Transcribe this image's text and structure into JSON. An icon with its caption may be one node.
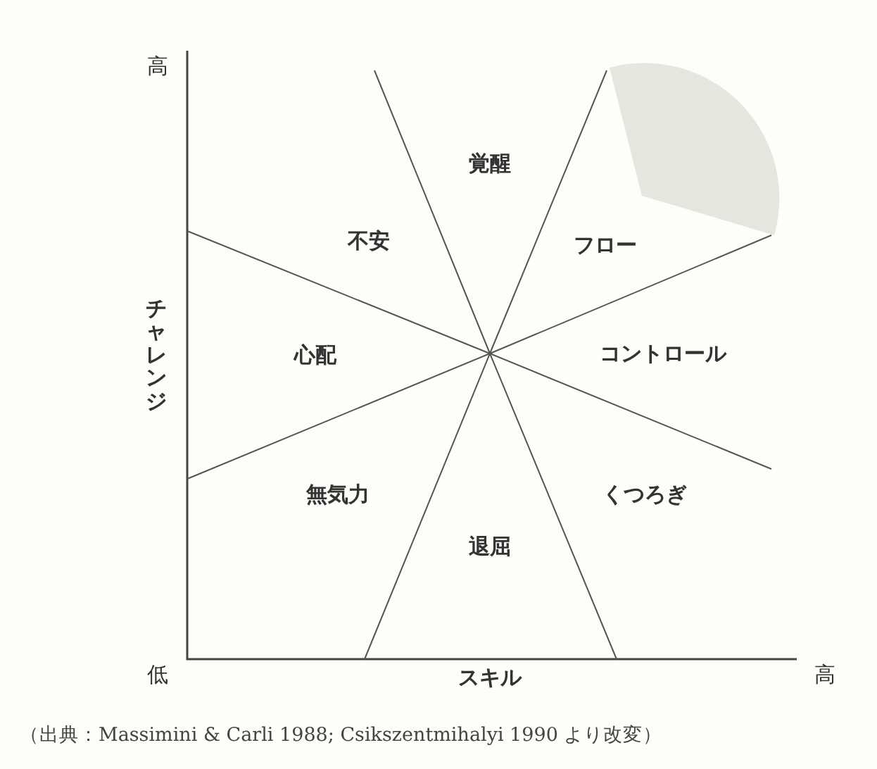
{
  "diagram": {
    "nodes": [
      {
        "text": [],
        "shape": "sector"
      }
    ],
    "caption": "（出典：Massimini & Carli 1988; Csikszentmihalyi 1990 より改変）",
    "labels": [
      "高",
      "覚醒",
      "不安",
      "フロー",
      "チャレンジ",
      "心配",
      "コントロール",
      "無気力",
      "くつろぎ",
      "退屈",
      "低",
      "スキル",
      "高"
    ]
  }
}
